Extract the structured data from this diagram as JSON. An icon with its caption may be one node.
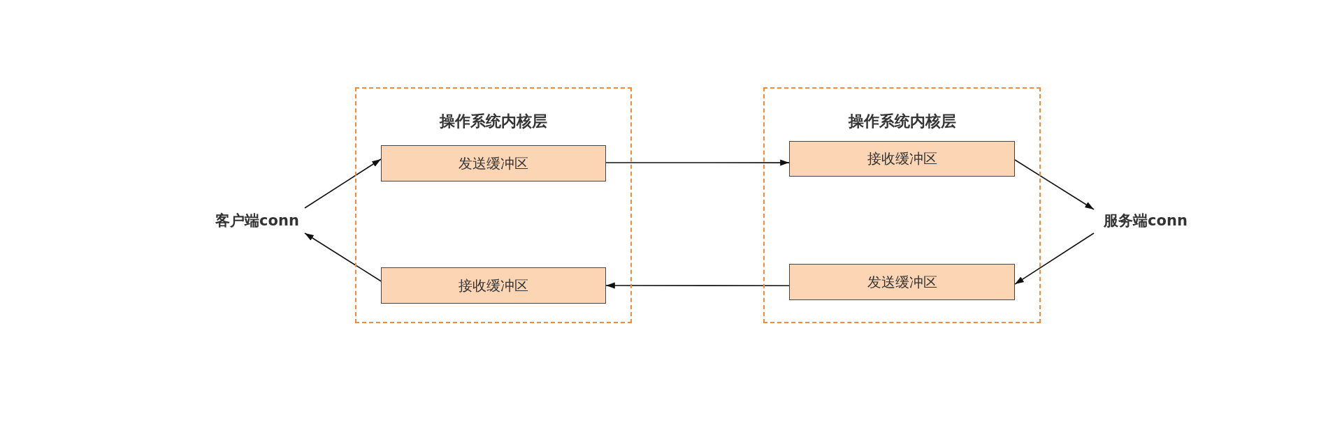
{
  "diagram": {
    "nodes": [
      {
        "text": [
          "客户端conn"
        ]
      },
      {
        "text": [
          "操作系统内核层"
        ]
      },
      {
        "text": [
          "发送缓冲区"
        ],
        "in": 1
      },
      {
        "text": [
          "接收缓冲区"
        ],
        "in": 1
      },
      {
        "text": [
          "操作系统内核层"
        ]
      },
      {
        "text": [
          "接收缓冲区"
        ],
        "in": 4
      },
      {
        "text": [
          "发送缓冲区"
        ],
        "in": 4
      },
      {
        "text": [
          "服务端conn"
        ]
      }
    ],
    "edges": [
      {
        "from": 0,
        "to": 2,
        "arrow": "to"
      },
      {
        "from": 2,
        "to": 5,
        "arrow": "to"
      },
      {
        "from": 5,
        "to": 7,
        "arrow": "to"
      },
      {
        "from": 7,
        "to": 6,
        "arrow": "to"
      },
      {
        "from": 6,
        "to": 3,
        "arrow": "to"
      },
      {
        "from": 3,
        "to": 0,
        "arrow": "to"
      }
    ]
  }
}
